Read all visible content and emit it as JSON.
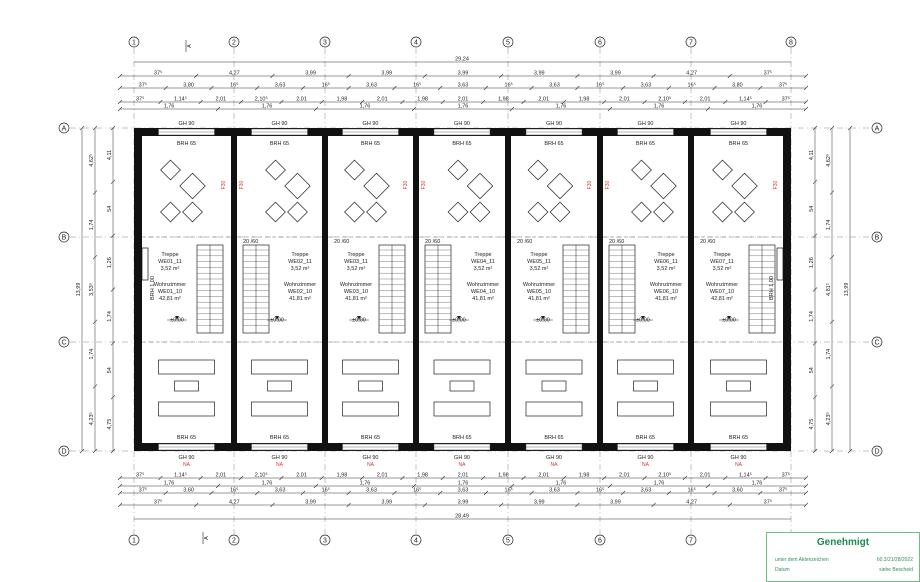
{
  "axes": {
    "columns": [
      "1",
      "2",
      "3",
      "4",
      "5",
      "6",
      "7",
      "8"
    ],
    "rows": [
      "A",
      "B",
      "C",
      "D"
    ],
    "section_mark": "A"
  },
  "dims_top": {
    "overall": "29,24",
    "row1": [
      "37⁵",
      "4,27",
      "3,99",
      "3,99",
      "3,99",
      "3,99",
      "3,99",
      "4,27",
      "37⁵"
    ],
    "row2": [
      "37⁵",
      "3,80",
      "16⁵",
      "3,63",
      "16⁵",
      "3,63",
      "16⁵",
      "3,63",
      "16⁵",
      "3,63",
      "16⁵",
      "3,63",
      "16⁵",
      "3,80",
      "37⁵"
    ],
    "row3": [
      "37⁵",
      "1,14⁵",
      "2,01",
      "2,10⁵",
      "2,01",
      "1,98",
      "2,01",
      "1,98",
      "2,01",
      "1,98",
      "2,01",
      "1,98",
      "2,01",
      "2,10⁵",
      "2,01",
      "1,14⁵",
      "37⁵"
    ],
    "row4": [
      "1,76",
      "1,76",
      "1,76",
      "1,76",
      "1,76",
      "1,76",
      "1,76"
    ]
  },
  "dims_bottom": {
    "overall": "28,49",
    "row1": [
      "37⁵",
      "1,14⁵",
      "2,01",
      "2,10⁵",
      "2,01",
      "1,98",
      "2,01",
      "1,98",
      "2,01",
      "1,98",
      "2,01",
      "1,98",
      "2,01",
      "2,10⁵",
      "2,01",
      "1,14⁵",
      "37⁵"
    ],
    "row2": [
      "1,76",
      "1,76",
      "1,76",
      "1,76",
      "1,76",
      "1,76",
      "1,76"
    ],
    "row3": [
      "37⁵",
      "3,60",
      "16⁵",
      "3,63",
      "16⁵",
      "3,63",
      "16⁵",
      "3,63",
      "16⁵",
      "3,63",
      "16⁵",
      "3,63",
      "16⁵",
      "3,60",
      "37⁵"
    ],
    "row4": [
      "37⁵",
      "4,27",
      "3,99",
      "3,99",
      "3,99",
      "3,99",
      "3,99",
      "4,27",
      "37⁵"
    ]
  },
  "dims_left": {
    "outer": "13,99",
    "inner": [
      "4,62⁵",
      "1,74",
      "3,53⁵",
      "1,74",
      "4,23⁵"
    ],
    "inner2": [
      "4,11",
      "54",
      "1,26",
      "1,74",
      "54",
      "4,75"
    ]
  },
  "dims_right": {
    "outer": "13,99",
    "inner": [
      "4,62⁵",
      "1,74",
      "4,81⁵",
      "1,74",
      "4,23⁵"
    ],
    "inner2": [
      "4,11",
      "54",
      "1,26",
      "1,74",
      "54",
      "4,75"
    ]
  },
  "window_labels": {
    "top": "GH 90",
    "brh": "BRH 65",
    "bottom": "GH 90",
    "na": "NA"
  },
  "units": [
    {
      "treppe_label": "Treppe",
      "treppe_id": "WE01_11",
      "treppe_area": "3,52 m²",
      "wohn_label": "Wohnzimmer",
      "wohn_id": "WE01_10",
      "wohn_area": "42,81 m²",
      "rh": "F30"
    },
    {
      "treppe_label": "Treppe",
      "treppe_id": "WE02_11",
      "treppe_area": "3,52 m²",
      "wohn_label": "Wohnzimmer",
      "wohn_id": "WE02_10",
      "wohn_area": "41,81 m²",
      "rh": "F30"
    },
    {
      "treppe_label": "Treppe",
      "treppe_id": "WE03_11",
      "treppe_area": "3,52 m²",
      "wohn_label": "Wohnzimmer",
      "wohn_id": "WE03_10",
      "wohn_area": "41,81 m²",
      "rh": "F30"
    },
    {
      "treppe_label": "Treppe",
      "treppe_id": "WE04_11",
      "treppe_area": "3,52 m²",
      "wohn_label": "Wohnzimmer",
      "wohn_id": "WE04_10",
      "wohn_area": "41,81 m²",
      "rh": "F30"
    },
    {
      "treppe_label": "Treppe",
      "treppe_id": "WE05_11",
      "treppe_area": "3,52 m²",
      "wohn_label": "Wohnzimmer",
      "wohn_id": "WE05_10",
      "wohn_area": "41,81 m²",
      "rh": "F30"
    },
    {
      "treppe_label": "Treppe",
      "treppe_id": "WE06_11",
      "treppe_area": "3,52 m²",
      "wohn_label": "Wohnzimmer",
      "wohn_id": "WE06_10",
      "wohn_area": "41,81 m²",
      "rh": "F30"
    },
    {
      "treppe_label": "Treppe",
      "treppe_id": "WE07_11",
      "treppe_area": "3,52 m²",
      "wohn_label": "Wohnzimmer",
      "wohn_id": "WE07_10",
      "wohn_area": "42,81 m²",
      "rh": "F30"
    }
  ],
  "level_mark": "±0,00",
  "door_label": "BRH 1,00",
  "opening_label": "20 /60",
  "stamp": {
    "title": "Genehmigt",
    "row1_label": "unter dem Aktenzeichen",
    "row1_value": "60.3/21/28/2022",
    "row2_label": "Datum",
    "row2_value": "siehe Bescheid"
  },
  "colors": {
    "wall": "#111111",
    "line": "#333333",
    "accent_red": "#d33333",
    "stamp_green": "#1e8a4d"
  }
}
